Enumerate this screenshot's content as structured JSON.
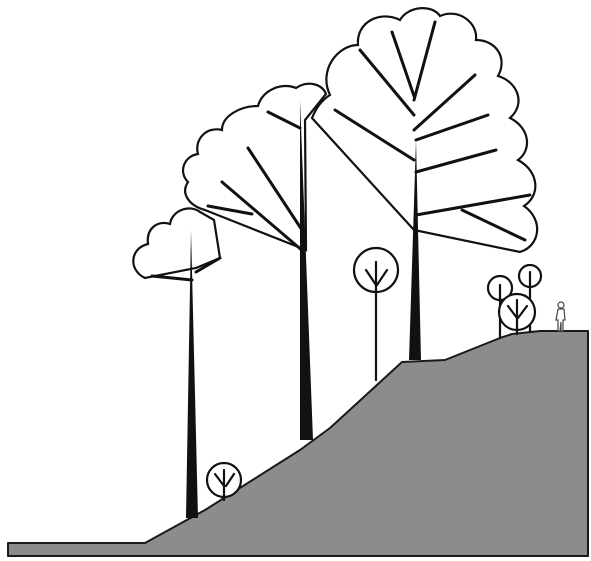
{
  "figure": {
    "description_free": true,
    "elements": {
      "ground": "terrain-slope",
      "trees": [
        "tall-tree-left",
        "tall-tree-middle",
        "tall-tree-right",
        "small-tree-slope",
        "young-tree-plateau",
        "shrub-trees-hilltop"
      ],
      "figure": "person-silhouette"
    }
  }
}
